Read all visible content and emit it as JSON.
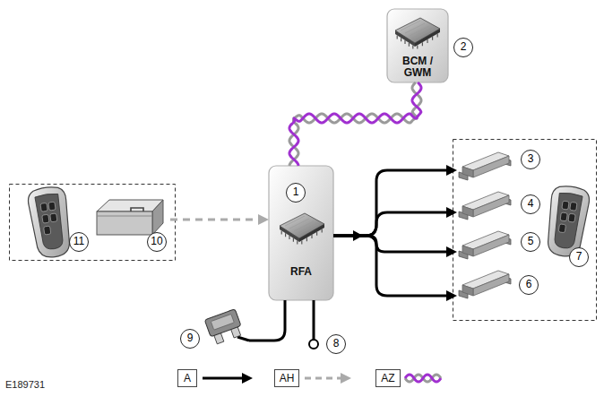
{
  "diagram": {
    "nodes": [
      {
        "text": [
          "BCM / GWM",
          "2"
        ]
      },
      {
        "text": [
          "1",
          "RFA"
        ]
      },
      {
        "text": [
          "3"
        ]
      },
      {
        "text": [
          "4"
        ]
      },
      {
        "text": [
          "5"
        ]
      },
      {
        "text": [
          "6"
        ]
      },
      {
        "text": [
          "7"
        ]
      },
      {
        "text": [
          "11"
        ]
      },
      {
        "text": [
          "10"
        ]
      },
      {
        "text": [
          "9"
        ]
      },
      {
        "text": [
          "8"
        ]
      }
    ],
    "edges": [
      {
        "from": 1,
        "to": 0,
        "arrow": "none"
      },
      {
        "from": 8,
        "to": 1,
        "arrow": "to"
      },
      {
        "from": 1,
        "to": 2,
        "arrow": "to"
      },
      {
        "from": 1,
        "to": 3,
        "arrow": "to"
      },
      {
        "from": 1,
        "to": 4,
        "arrow": "to"
      },
      {
        "from": 1,
        "to": 5,
        "arrow": "to"
      },
      {
        "from": 1,
        "to": 9,
        "arrow": "none"
      },
      {
        "from": 1,
        "to": 10,
        "arrow": "none"
      }
    ],
    "labels": [
      "E189731"
    ],
    "legend": [
      {
        "text": "A"
      },
      {
        "text": "AH"
      },
      {
        "text": "AZ"
      }
    ]
  }
}
